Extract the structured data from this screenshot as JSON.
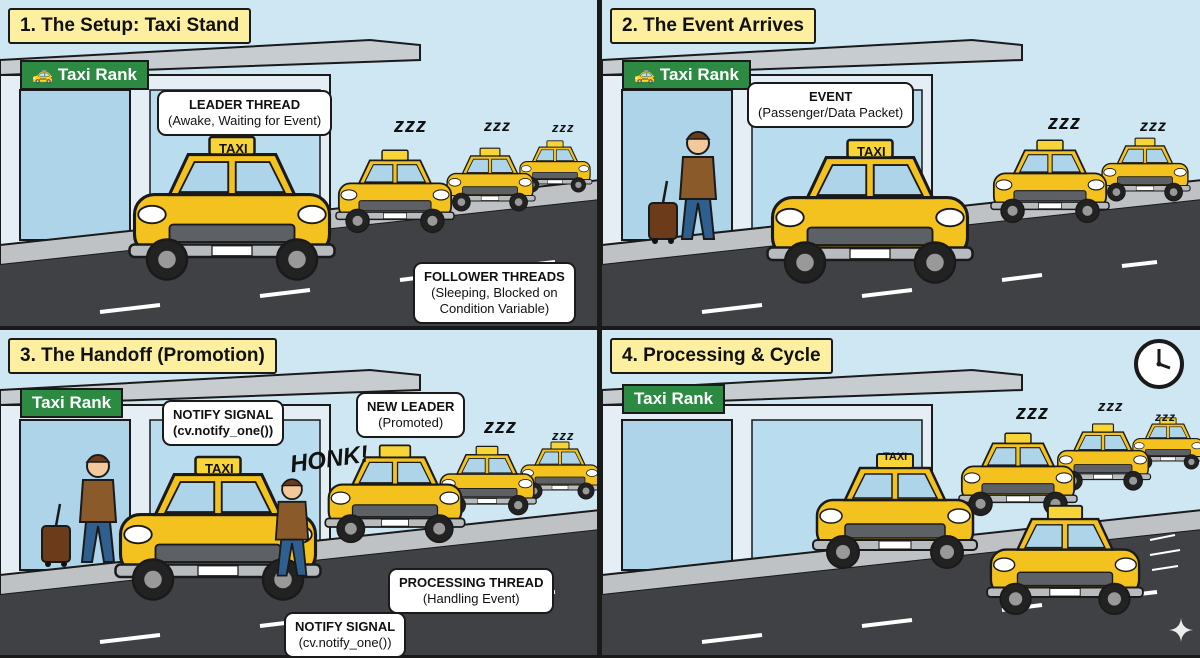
{
  "panels": [
    {
      "title": "1. The Setup: Taxi Stand",
      "sign": "Taxi Rank",
      "leader_bubble": {
        "line1": "LEADER THREAD",
        "line2": "(Awake, Waiting for Event)"
      },
      "follower_bubble": {
        "line1": "FOLLOWER THREADS",
        "line2": "(Sleeping, Blocked on",
        "line3": "Condition Variable)"
      }
    },
    {
      "title": "2. The Event Arrives",
      "sign": "Taxi Rank",
      "event_bubble": {
        "line1": "EVENT",
        "line2": "(Passenger/Data Packet)"
      }
    },
    {
      "title": "3. The Handoff (Promotion)",
      "sign": "Taxi Rank",
      "notify_top": {
        "line1": "NOTIFY SIGNAL",
        "line2": "(cv.notify_one())"
      },
      "new_leader": {
        "line1": "NEW LEADER",
        "line2": "(Promoted)"
      },
      "honk": "HONK!",
      "processing": {
        "line1": "PROCESSING THREAD",
        "line2": "(Handling Event)"
      },
      "notify_bottom": {
        "line1": "NOTIFY SIGNAL",
        "line2": "(cv.notify_one())"
      }
    },
    {
      "title": "4. Processing & Cycle",
      "sign": "Taxi Rank"
    }
  ],
  "taxi_roof_label": "TAXI",
  "sleep_text": "zzz",
  "colors": {
    "taxi": "#f4c21e",
    "sky": "#cfe6f3",
    "road": "#3f4144",
    "sign": "#2c8a43",
    "title_bg": "#fcefa0"
  }
}
